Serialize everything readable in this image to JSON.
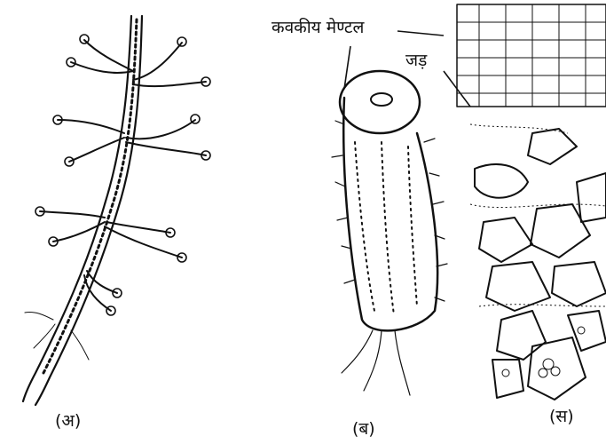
{
  "labels": {
    "fungal_mantle": "कवकीय मेण्टल",
    "root": "जड़"
  },
  "captions": {
    "a": "(अ)",
    "b": "(ब)",
    "c": "(स)"
  },
  "colors": {
    "ink": "#111111",
    "background": "#ffffff"
  }
}
